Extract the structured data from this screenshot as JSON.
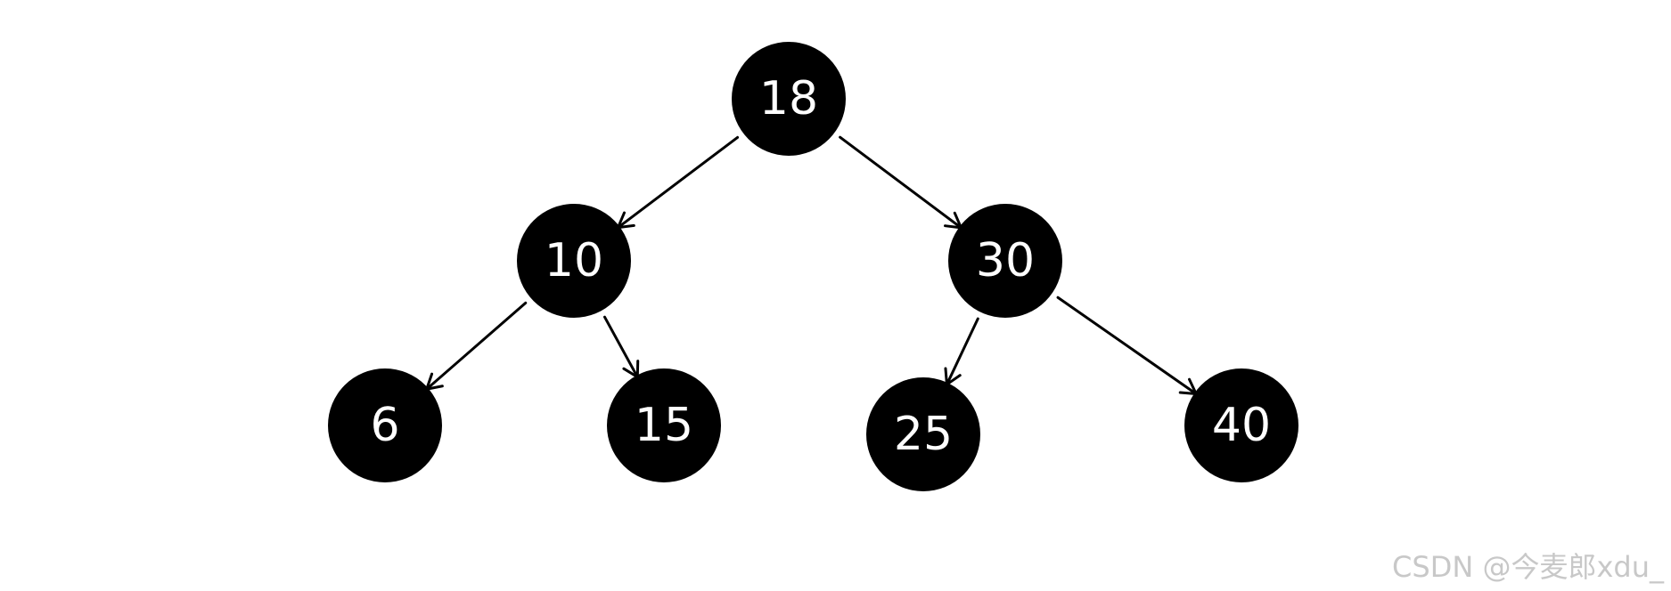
{
  "diagram": {
    "type": "binary-search-tree",
    "nodes": [
      {
        "id": "n18",
        "label": "18"
      },
      {
        "id": "n10",
        "label": "10"
      },
      {
        "id": "n30",
        "label": "30"
      },
      {
        "id": "n6",
        "label": "6"
      },
      {
        "id": "n15",
        "label": "15"
      },
      {
        "id": "n25",
        "label": "25"
      },
      {
        "id": "n40",
        "label": "40"
      }
    ],
    "edges": [
      {
        "from": "n18",
        "to": "n10"
      },
      {
        "from": "n18",
        "to": "n30"
      },
      {
        "from": "n10",
        "to": "n6"
      },
      {
        "from": "n10",
        "to": "n15"
      },
      {
        "from": "n30",
        "to": "n25"
      },
      {
        "from": "n30",
        "to": "n40"
      }
    ],
    "colors": {
      "node_fill": "#000000",
      "node_text": "#ffffff",
      "edge": "#000000"
    }
  },
  "watermark": {
    "text": "CSDN @今麦郎xdu_"
  }
}
